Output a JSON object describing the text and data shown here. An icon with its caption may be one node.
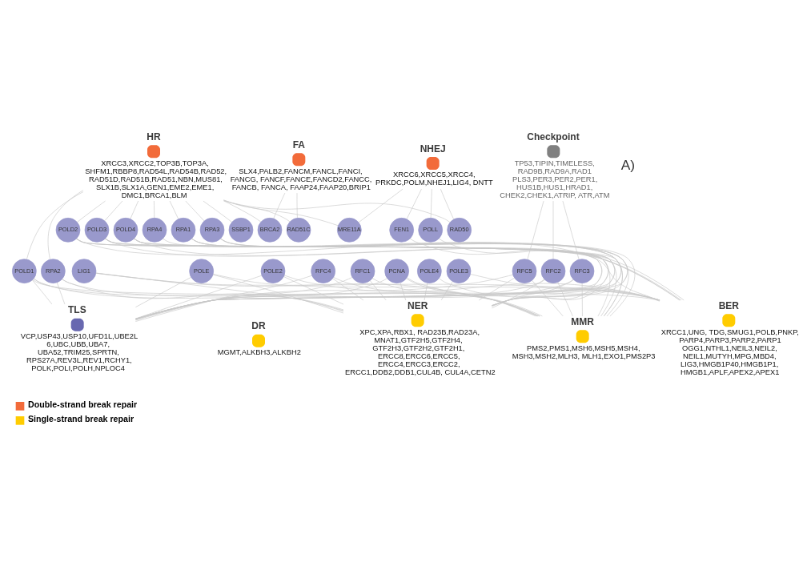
{
  "diagram": {
    "nodes": [
      {
        "text": [
          "FA"
        ],
        "beside": [
          "SLX4,PALB2,FANCM,FANCL,FANCI, FANCG, FANCF,FANCE,FANCD2,FANCC, FANCB, FANCA, FAAP24,FAAP20,BRIP1"
        ]
      },
      {
        "text": [
          "NHEJ"
        ],
        "beside": [
          "XRCC6,XRCC5,XRCC4, PRKDC,POLM,NHEJ1,LIG4, DNTT"
        ]
      },
      {
        "text": [
          "HR"
        ],
        "beside": [
          "XRCC3,XRCC2,TOP3B,TOP3A, SHFM1,RBBP8,RAD54L,RAD54B,RAD52, RAD51D,RAD51B,RAD51,NBN,MUS81, SLX1B,SLX1A,GEN1,EME2,EME1, DMC1,BRCA1,BLM"
        ]
      },
      {
        "text": [
          "BER"
        ],
        "beside": [
          "XRCC1,UNG, TDG,SMUG1,POLB,PNKP, PARP4,PARP3,PARP2,PARP1 OGG1,NTHL1,NEIL3,NEIL2, NEIL1,MUTYH,MPG,MBD4, LIG3,HMGB1P40,HMGB1P1, HMGB1,APLF,APEX2,APEX1"
        ]
      },
      {
        "text": [
          "NER"
        ],
        "beside": [
          "XPC,XPA,RBX1, RAD23B,RAD23A, MNAT1,GTF2H5,GTF2H4, GTF2H3,GTF2H2,GTF2H1, ERCC8,ERCC6,ERCC5, ERCC4,ERCC3,ERCC2, ERCC1,DDB2,DDB1,CUL4B, CUL4A,CETN2"
        ]
      },
      {
        "text": [
          "DR"
        ],
        "beside": [
          "MGMT,ALKBH3,ALKBH2"
        ]
      },
      {
        "text": [
          "Checkpoint"
        ],
        "beside": [
          "TP53,TIPIN,TIMELESS, RAD9B,RAD9A,RAD1 PLS3,PER3,PER2,PER1, HUS1B,HUS1,HRAD1, CHEK2,CHEK1,ATRIP, ATR,ATM"
        ]
      },
      {
        "text": [
          "MMR"
        ],
        "beside": [
          "PMS2,PMS1,MSH6,MSH5,MSH4, MSH3,MSH2,MLH3, MLH1,EXO1,PMS2P3"
        ]
      },
      {
        "text": [
          "TLS"
        ],
        "beside": [
          "VCP,USP43,USP10,UFD1L,UBE2L 6,UBC,UBB,UBA7, UBA52,TRIM25,SPRTN, RPS27A,REV3L,REV1,RCHY1, POLK,POLI,POLH,NPLOC4"
        ]
      },
      {
        "text": [
          "RAD50"
        ]
      },
      {
        "text": [
          "MRE11A"
        ]
      },
      {
        "text": [
          "RAD51C"
        ]
      },
      {
        "text": [
          "BRCA2"
        ]
      },
      {
        "text": [
          "POLD2"
        ]
      },
      {
        "text": [
          "POLL"
        ]
      },
      {
        "text": [
          "FEN1"
        ]
      },
      {
        "text": [
          "POLD3"
        ]
      },
      {
        "text": [
          "POLD4"
        ]
      },
      {
        "text": [
          "RPA4"
        ]
      },
      {
        "text": [
          "RPA1"
        ]
      },
      {
        "text": [
          "POLD1"
        ]
      },
      {
        "text": [
          "RPA3"
        ]
      },
      {
        "text": [
          "SSBP1"
        ]
      },
      {
        "text": [
          "RPA2"
        ]
      },
      {
        "text": [
          "PCNA"
        ]
      },
      {
        "text": [
          "POLE4"
        ]
      },
      {
        "text": [
          "POLE3"
        ]
      },
      {
        "text": [
          "RFC3"
        ]
      },
      {
        "text": [
          "RFC5"
        ]
      },
      {
        "text": [
          "LIG1"
        ]
      },
      {
        "text": [
          "POLE"
        ]
      },
      {
        "text": [
          "POLE2"
        ]
      },
      {
        "text": [
          "RFC2"
        ]
      },
      {
        "text": [
          "RFC4"
        ]
      },
      {
        "text": [
          "RFC1"
        ]
      }
    ],
    "edges": [
      {
        "from": 0,
        "to": 11,
        "arrow": "none"
      },
      {
        "from": 0,
        "to": 12,
        "arrow": "none"
      },
      {
        "from": 1,
        "to": 9,
        "arrow": "none"
      },
      {
        "from": 1,
        "to": 10,
        "arrow": "none"
      },
      {
        "from": 1,
        "to": 14,
        "arrow": "none"
      },
      {
        "from": 1,
        "to": 15,
        "arrow": "none"
      },
      {
        "from": 2,
        "to": 9,
        "arrow": "none"
      },
      {
        "from": 2,
        "to": 10,
        "arrow": "none"
      },
      {
        "from": 2,
        "to": 11,
        "arrow": "none"
      },
      {
        "from": 2,
        "to": 12,
        "arrow": "none"
      },
      {
        "from": 2,
        "to": 13,
        "arrow": "none"
      },
      {
        "from": 2,
        "to": 16,
        "arrow": "none"
      },
      {
        "from": 2,
        "to": 17,
        "arrow": "none"
      },
      {
        "from": 2,
        "to": 18,
        "arrow": "none"
      },
      {
        "from": 2,
        "to": 19,
        "arrow": "none"
      },
      {
        "from": 2,
        "to": 20,
        "arrow": "none"
      },
      {
        "from": 2,
        "to": 21,
        "arrow": "none"
      },
      {
        "from": 2,
        "to": 22,
        "arrow": "none"
      },
      {
        "from": 2,
        "to": 23,
        "arrow": "none"
      },
      {
        "from": 3,
        "to": 15,
        "arrow": "none"
      },
      {
        "from": 3,
        "to": 14,
        "arrow": "none"
      },
      {
        "from": 3,
        "to": 13,
        "arrow": "none"
      },
      {
        "from": 3,
        "to": 16,
        "arrow": "none"
      },
      {
        "from": 3,
        "to": 17,
        "arrow": "none"
      },
      {
        "from": 3,
        "to": 20,
        "arrow": "none"
      },
      {
        "from": 3,
        "to": 24,
        "arrow": "none"
      },
      {
        "from": 3,
        "to": 25,
        "arrow": "none"
      },
      {
        "from": 3,
        "to": 26,
        "arrow": "none"
      },
      {
        "from": 3,
        "to": 29,
        "arrow": "none"
      },
      {
        "from": 3,
        "to": 30,
        "arrow": "none"
      },
      {
        "from": 3,
        "to": 31,
        "arrow": "none"
      },
      {
        "from": 4,
        "to": 13,
        "arrow": "none"
      },
      {
        "from": 4,
        "to": 16,
        "arrow": "none"
      },
      {
        "from": 4,
        "to": 17,
        "arrow": "none"
      },
      {
        "from": 4,
        "to": 19,
        "arrow": "none"
      },
      {
        "from": 4,
        "to": 20,
        "arrow": "none"
      },
      {
        "from": 4,
        "to": 21,
        "arrow": "none"
      },
      {
        "from": 4,
        "to": 23,
        "arrow": "none"
      },
      {
        "from": 4,
        "to": 24,
        "arrow": "none"
      },
      {
        "from": 4,
        "to": 25,
        "arrow": "none"
      },
      {
        "from": 4,
        "to": 26,
        "arrow": "none"
      },
      {
        "from": 4,
        "to": 27,
        "arrow": "none"
      },
      {
        "from": 4,
        "to": 28,
        "arrow": "none"
      },
      {
        "from": 4,
        "to": 29,
        "arrow": "none"
      },
      {
        "from": 4,
        "to": 30,
        "arrow": "none"
      },
      {
        "from": 4,
        "to": 31,
        "arrow": "none"
      },
      {
        "from": 4,
        "to": 32,
        "arrow": "none"
      },
      {
        "from": 4,
        "to": 33,
        "arrow": "none"
      },
      {
        "from": 4,
        "to": 34,
        "arrow": "none"
      },
      {
        "from": 6,
        "to": 27,
        "arrow": "none"
      },
      {
        "from": 6,
        "to": 28,
        "arrow": "none"
      },
      {
        "from": 6,
        "to": 32,
        "arrow": "none"
      },
      {
        "from": 7,
        "to": 13,
        "arrow": "none"
      },
      {
        "from": 7,
        "to": 16,
        "arrow": "none"
      },
      {
        "from": 7,
        "to": 17,
        "arrow": "none"
      },
      {
        "from": 7,
        "to": 18,
        "arrow": "none"
      },
      {
        "from": 7,
        "to": 19,
        "arrow": "none"
      },
      {
        "from": 7,
        "to": 20,
        "arrow": "none"
      },
      {
        "from": 7,
        "to": 21,
        "arrow": "none"
      },
      {
        "from": 7,
        "to": 23,
        "arrow": "none"
      },
      {
        "from": 7,
        "to": 24,
        "arrow": "none"
      },
      {
        "from": 7,
        "to": 27,
        "arrow": "none"
      },
      {
        "from": 7,
        "to": 28,
        "arrow": "none"
      },
      {
        "from": 7,
        "to": 29,
        "arrow": "none"
      },
      {
        "from": 7,
        "to": 32,
        "arrow": "none"
      },
      {
        "from": 7,
        "to": 33,
        "arrow": "none"
      },
      {
        "from": 7,
        "to": 34,
        "arrow": "none"
      },
      {
        "from": 8,
        "to": 13,
        "arrow": "none"
      },
      {
        "from": 8,
        "to": 16,
        "arrow": "none"
      },
      {
        "from": 8,
        "to": 17,
        "arrow": "none"
      },
      {
        "from": 8,
        "to": 19,
        "arrow": "none"
      },
      {
        "from": 8,
        "to": 20,
        "arrow": "none"
      },
      {
        "from": 8,
        "to": 21,
        "arrow": "none"
      },
      {
        "from": 8,
        "to": 23,
        "arrow": "none"
      },
      {
        "from": 8,
        "to": 24,
        "arrow": "none"
      },
      {
        "from": 8,
        "to": 27,
        "arrow": "none"
      },
      {
        "from": 8,
        "to": 28,
        "arrow": "none"
      },
      {
        "from": 8,
        "to": 30,
        "arrow": "none"
      },
      {
        "from": 8,
        "to": 31,
        "arrow": "none"
      },
      {
        "from": 8,
        "to": 32,
        "arrow": "none"
      },
      {
        "from": 8,
        "to": 33,
        "arrow": "none"
      },
      {
        "from": 8,
        "to": 34,
        "arrow": "none"
      }
    ],
    "labels": [
      "A)"
    ],
    "legend": [
      {
        "text": "Double-strand break repair",
        "color": "#f26b3a"
      },
      {
        "text": "Single-strand break repair",
        "color": "#ffcc00"
      }
    ]
  }
}
